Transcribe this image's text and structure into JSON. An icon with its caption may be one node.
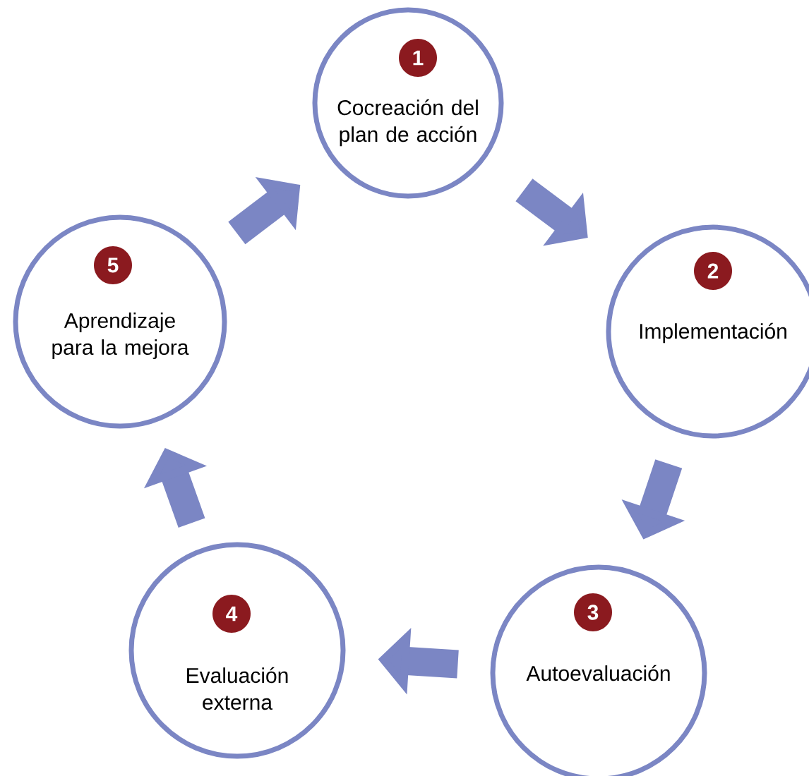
{
  "diagram": {
    "nodes": [
      {
        "text": [
          "Cocreación del plan de acción"
        ]
      },
      {
        "text": [
          "Implementación"
        ]
      },
      {
        "text": [
          "Autoevaluación"
        ]
      },
      {
        "text": [
          "Evaluación externa"
        ]
      },
      {
        "text": [
          "Aprendizaje para la mejora"
        ]
      },
      {
        "text": [
          "1"
        ],
        "in": 0
      },
      {
        "text": [
          "2"
        ],
        "in": 1
      },
      {
        "text": [
          "3"
        ],
        "in": 2
      },
      {
        "text": [
          "4"
        ],
        "in": 3
      },
      {
        "text": [
          "5"
        ],
        "in": 4
      }
    ],
    "edges": [
      {
        "from": 0,
        "to": 1,
        "arrow": "to"
      },
      {
        "from": 1,
        "to": 2,
        "arrow": "to"
      },
      {
        "from": 2,
        "to": 3,
        "arrow": "to"
      },
      {
        "from": 3,
        "to": 4,
        "arrow": "to"
      },
      {
        "from": 4,
        "to": 0,
        "arrow": "to"
      }
    ]
  }
}
